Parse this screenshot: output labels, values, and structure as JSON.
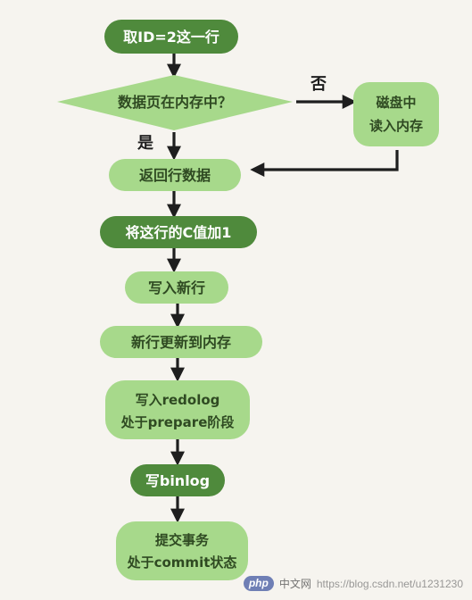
{
  "colors": {
    "dark_green": "#4f8a3c",
    "light_green": "#a7d98b",
    "arrow": "#1e1e1e",
    "background": "#f6f4ef"
  },
  "nodes": {
    "fetch_row": "取ID=2这一行",
    "in_memory_question": "数据页在内存中？",
    "disk_read_line1": "磁盘中",
    "disk_read_line2": "读入内存",
    "return_row": "返回行数据",
    "increment_c": "将这行的C值加1",
    "write_new_row": "写入新行",
    "update_memory": "新行更新到内存",
    "write_redolog_line1": "写入redolog",
    "write_redolog_line2": "处于prepare阶段",
    "write_binlog": "写binlog",
    "commit_line1": "提交事务",
    "commit_line2": "处于commit状态"
  },
  "branch_labels": {
    "no": "否",
    "yes": "是"
  },
  "watermark": {
    "logo": "php",
    "site_cn": "中文网",
    "url": "https://blog.csdn.net/u1231230"
  }
}
